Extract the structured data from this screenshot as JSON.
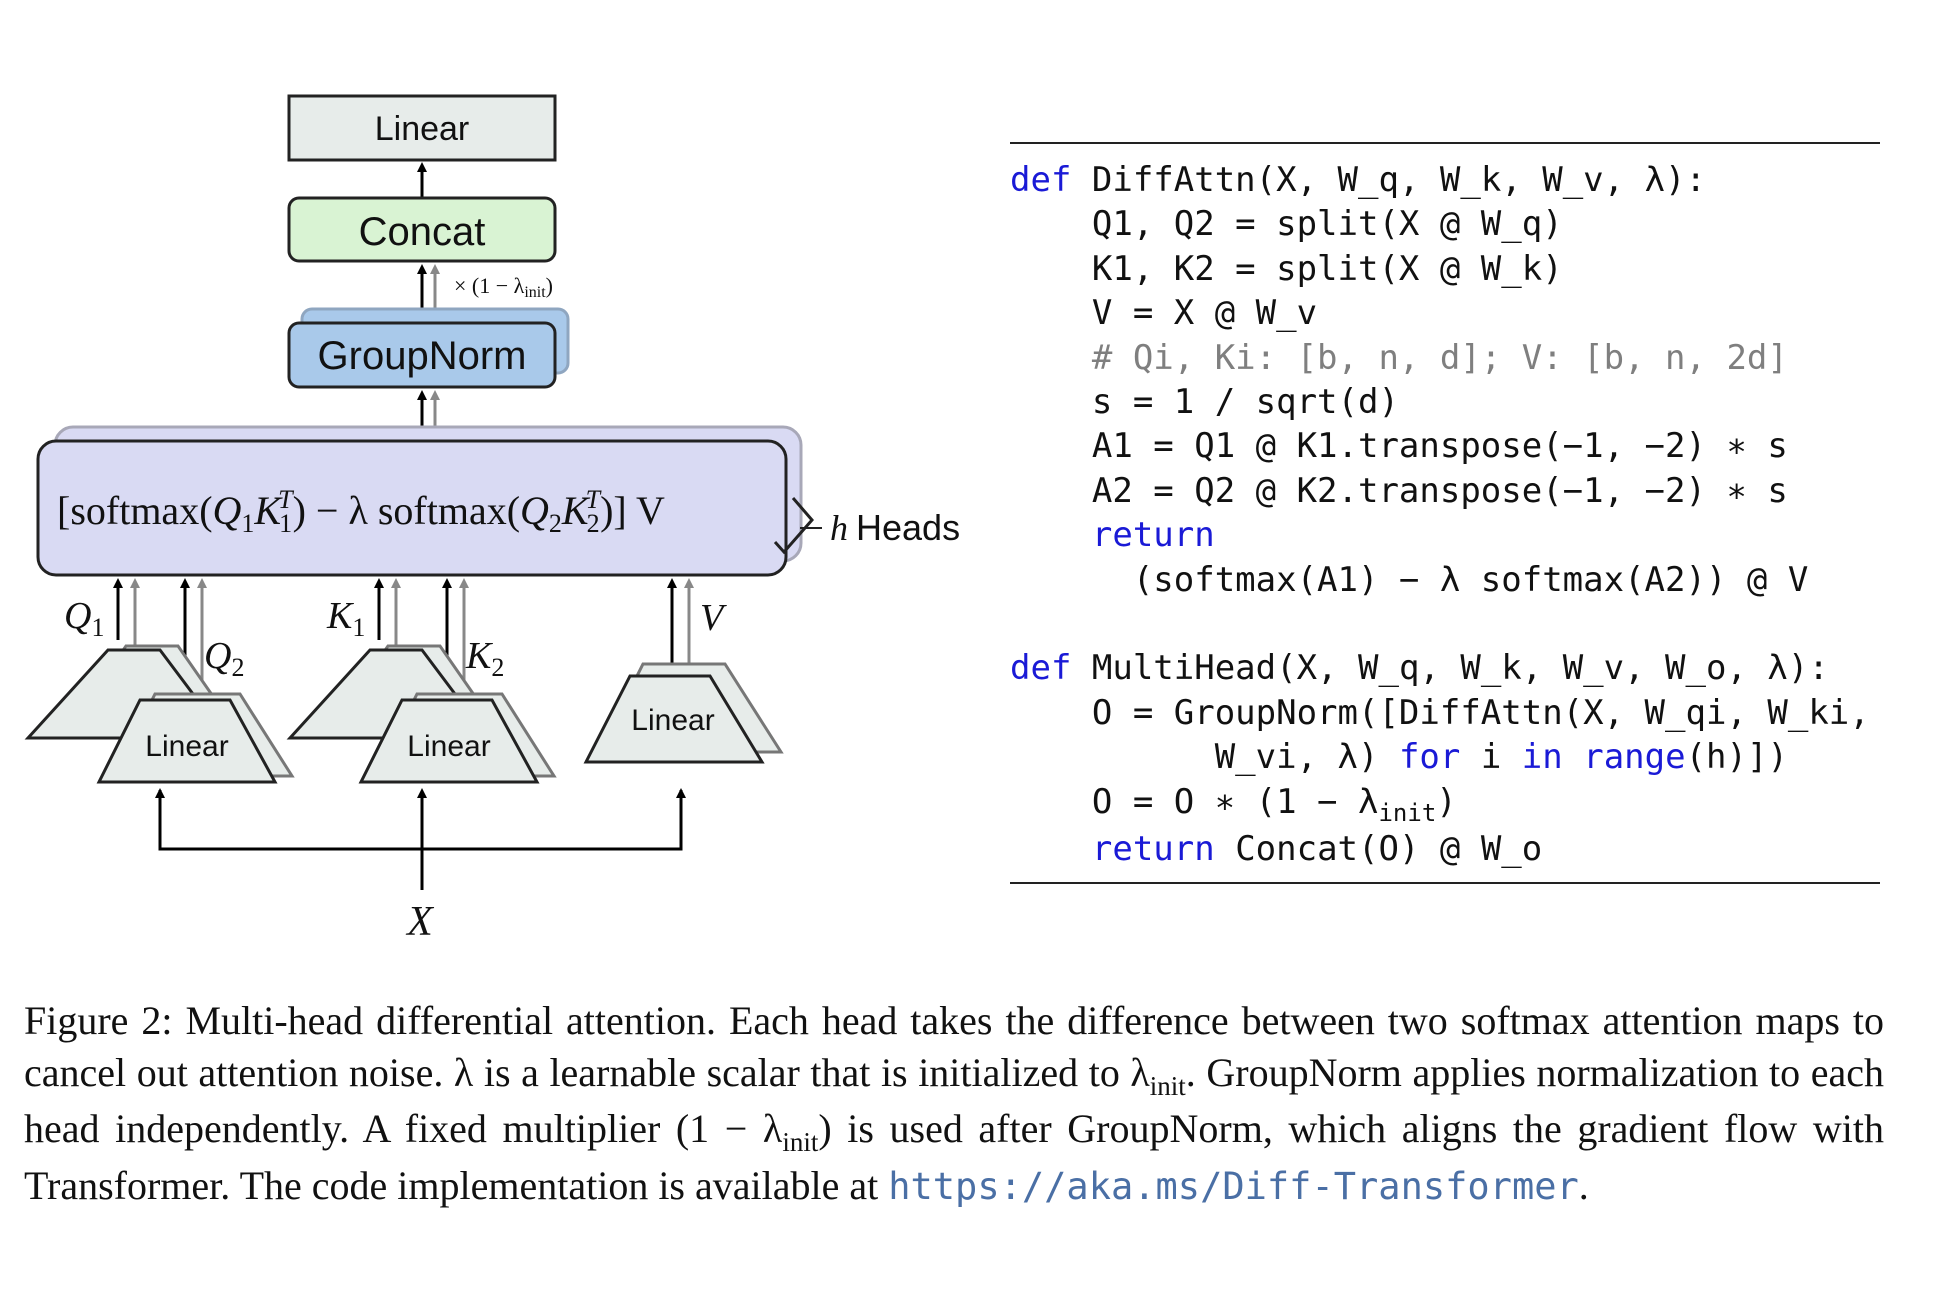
{
  "diagram": {
    "linear_top": "Linear",
    "concat": "Concat",
    "scale_note_prefix": "× (1 − λ",
    "scale_note_sub": "init",
    "scale_note_suffix": ")",
    "groupnorm": "GroupNorm",
    "attn_formula": {
      "part1": "[softmax(",
      "q1": "Q",
      "q1_sub": "1",
      "k1": "K",
      "k1_sub": "1",
      "k1_sup": "T",
      "part2": ") − λ softmax(",
      "q2": "Q",
      "q2_sub": "2",
      "k2": "K",
      "k2_sub": "2",
      "k2_sup": "T",
      "part3": ")] V"
    },
    "heads_label_h": "h",
    "heads_label": "Heads",
    "q1_label": "Q",
    "q1_sub": "1",
    "q2_label": "Q",
    "q2_sub": "2",
    "k1_label": "K",
    "k1_sub": "1",
    "k2_label": "K",
    "k2_sub": "2",
    "v_label": "V",
    "linear_q": "Linear",
    "linear_k": "Linear",
    "linear_v": "Linear",
    "x_label": "X"
  },
  "colors": {
    "linear_fill": "#e7ecea",
    "concat_fill": "#d9f3d3",
    "groupnorm_fill": "#a9c9ea",
    "attn_fill": "#d9daf3",
    "keyword": "#1a1ad6",
    "comment": "#7f7f7f",
    "url": "#4a6fa5"
  },
  "code": {
    "line1_kw": "def",
    "line1": " DiffAttn(X, W_q, W_k, W_v, λ):",
    "line2": "    Q1, Q2 = split(X @ W_q)",
    "line3": "    K1, K2 = split(X @ W_k)",
    "line4": "    V = X @ W_v",
    "line5_comment": "    # Qi, Ki: [b, n, d]; V: [b, n, 2d]",
    "line6": "    s = 1 / sqrt(d)",
    "line7": "    A1 = Q1 @ K1.transpose(−1, −2) ∗ s",
    "line8": "    A2 = Q2 @ K2.transpose(−1, −2) ∗ s",
    "line9_indent": "    ",
    "line9_kw": "return",
    "line10": "      (softmax(A1) − λ softmax(A2)) @ V",
    "line12_kw": "def",
    "line12": " MultiHead(X, W_q, W_k, W_v, W_o, λ):",
    "line13": "    O = GroupNorm([DiffAttn(X, W_qi, W_ki,",
    "line14a": "          W_vi, λ) ",
    "line14_kw1": "for",
    "line14b": " i ",
    "line14_kw2": "in",
    "line14c": " ",
    "line14_kw3": "range",
    "line14d": "(h)])",
    "line15a": "    O = O ∗ (1 − λ",
    "line15_sub": "init",
    "line15b": ")",
    "line16_indent": "    ",
    "line16_kw": "return",
    "line16": " Concat(O) @ W_o"
  },
  "caption": {
    "p1": "Figure 2: Multi-head differential attention. Each head takes the difference between two ",
    "softmax": "softmax",
    "p2": " attention maps to cancel out attention noise. λ is a learnable scalar that is initialized to λ",
    "init1": "init",
    "p3": ". ",
    "groupnorm1": "GroupNorm",
    "p4": " applies normalization to each head independently. A fixed multiplier (1 − λ",
    "init2": "init",
    "p5": ") is used after ",
    "groupnorm2": "GroupNorm",
    "p6": ", which aligns the gradient flow with Transformer. The code implementation is available at ",
    "url": "https://aka.ms/Diff-Transformer",
    "p7": "."
  }
}
